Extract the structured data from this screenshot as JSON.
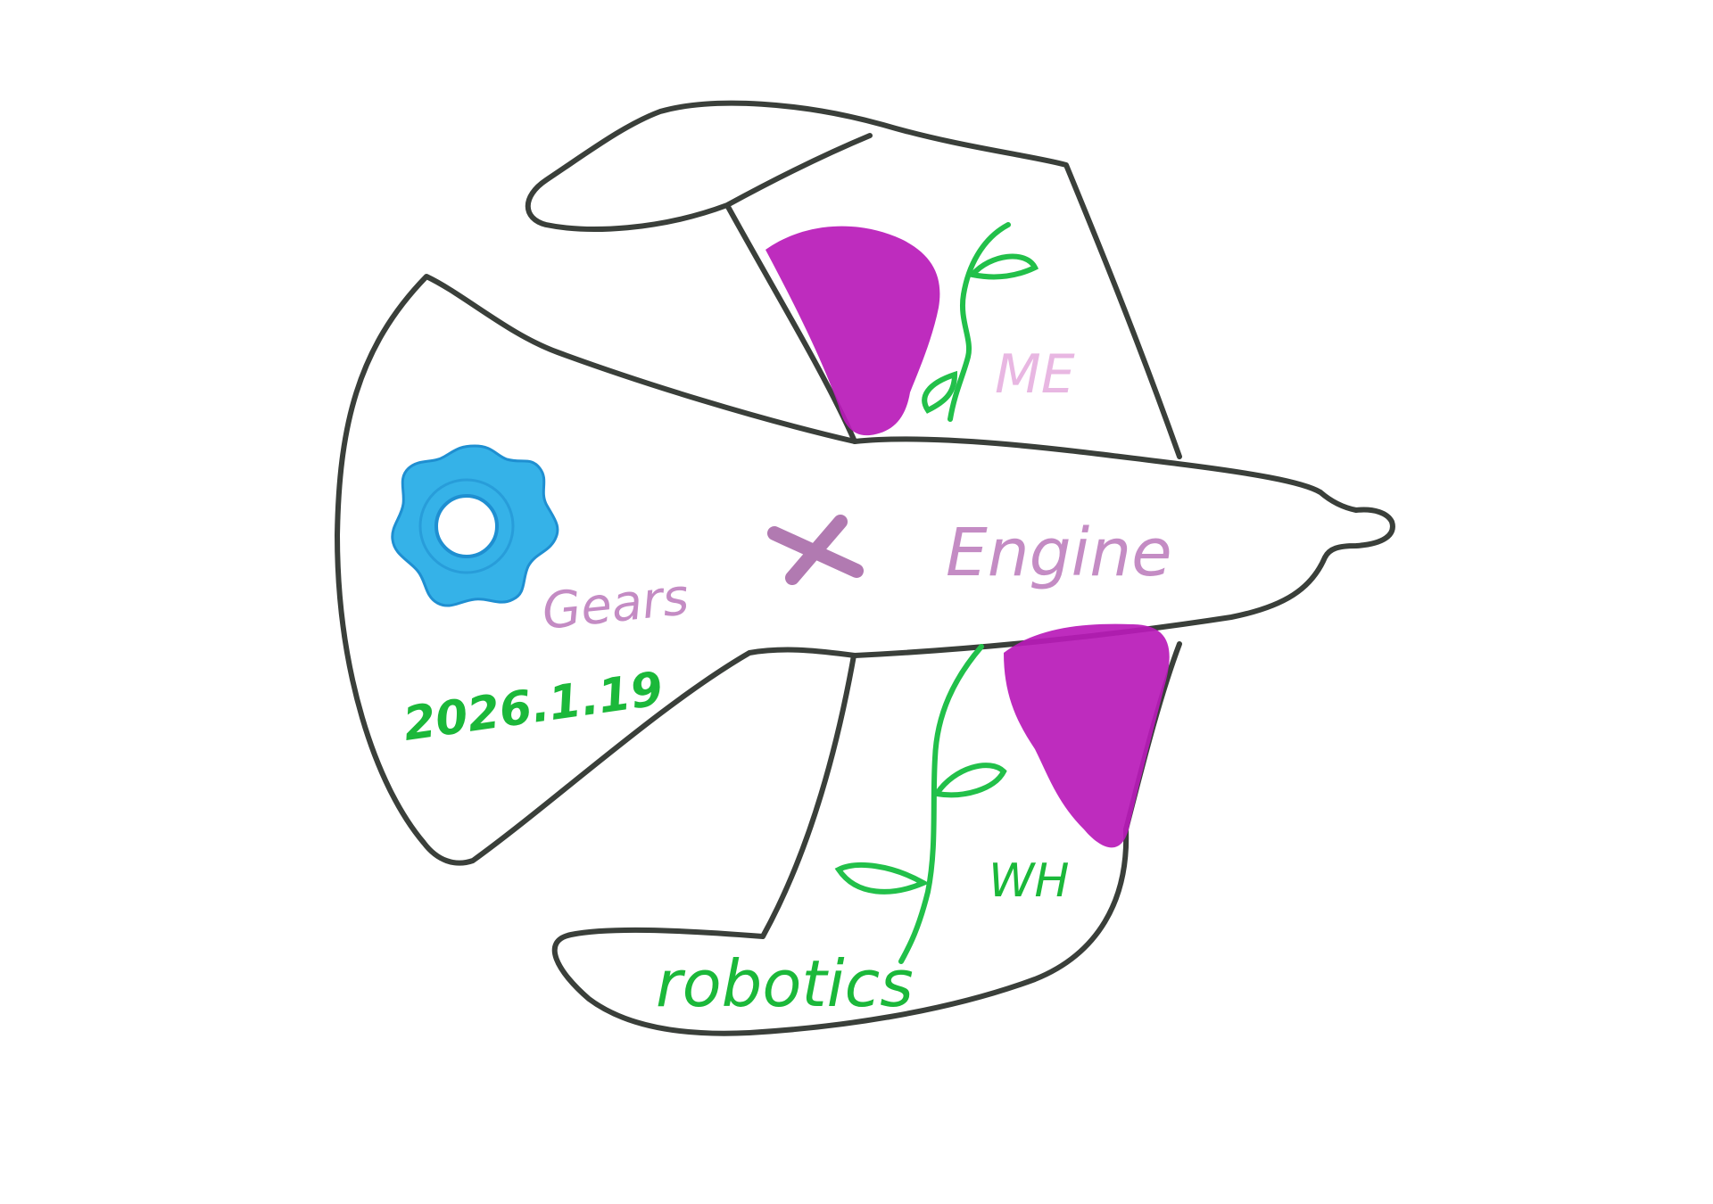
{
  "colors": {
    "background": "#ffffff",
    "outline": "#3a3f3a",
    "gear": "#35b2e8",
    "gear_dark": "#1f8fd1",
    "blob": "#b81ab8",
    "vine": "#22c04a",
    "label_lilac": "#c48cc4",
    "label_pink": "#e8b7e2",
    "label_green": "#1bb83a"
  },
  "icons": {
    "gear": "gear-icon",
    "cross": "cross-icon",
    "sprout": "sprout-icon",
    "leaf": "leaf-icon"
  },
  "labels": {
    "engine": "Engine",
    "gears": "Gears",
    "me": "ME",
    "date": "2026.1.19",
    "wh": "WH",
    "robotics": "robotics"
  }
}
